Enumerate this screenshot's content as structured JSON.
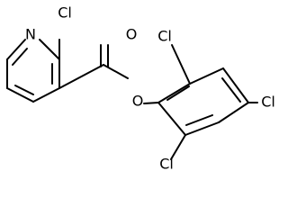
{
  "diagram": {
    "atoms": {
      "n1": "N",
      "cl_pyridine": "Cl",
      "o_carbonyl": "O",
      "o_ester": "O",
      "cl_phenyl_top": "Cl",
      "cl_phenyl_right": "Cl",
      "cl_phenyl_bottom": "Cl"
    }
  }
}
